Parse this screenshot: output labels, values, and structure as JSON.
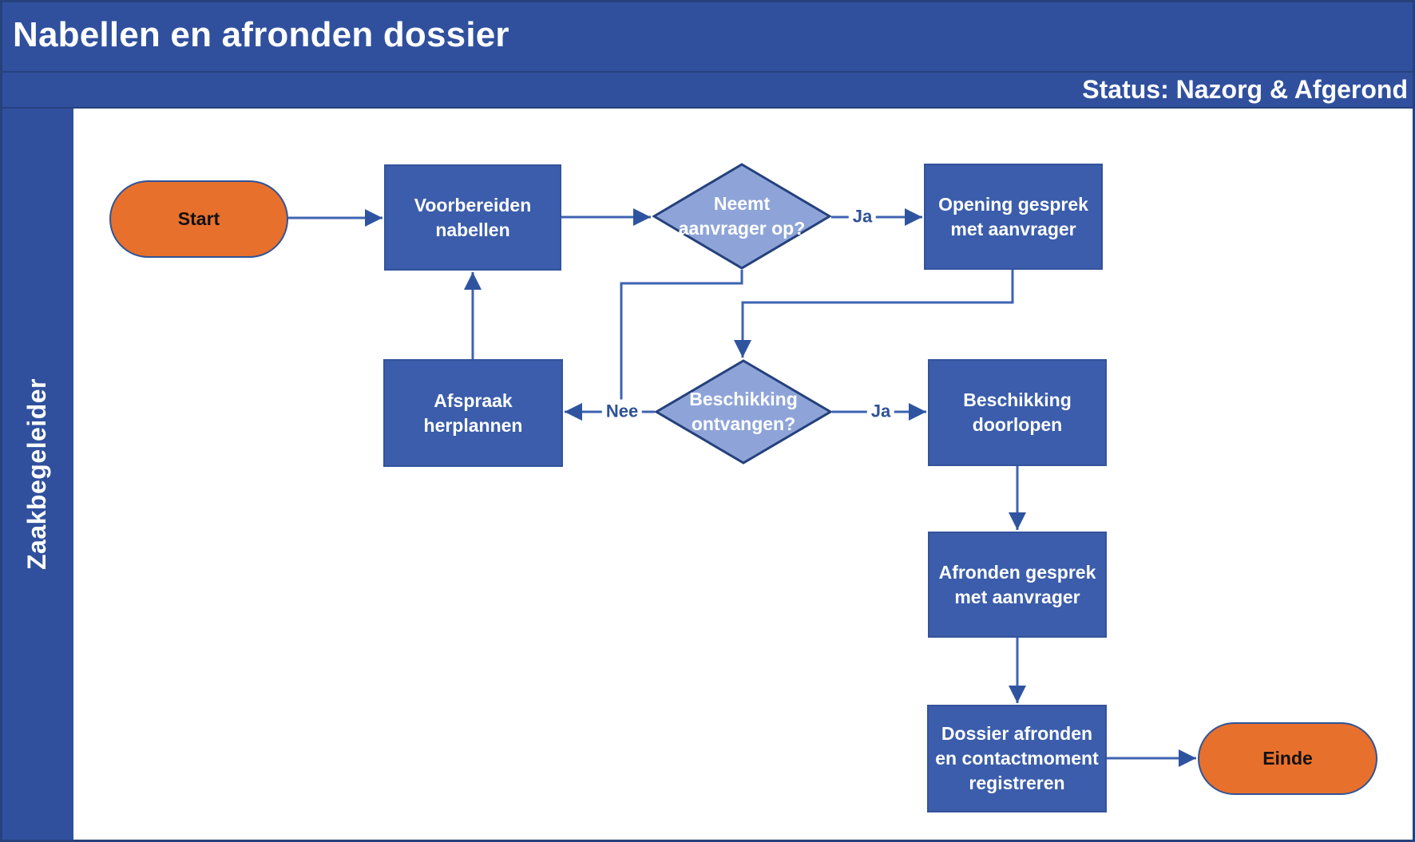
{
  "header": {
    "title": "Nabellen en afronden dossier",
    "status": "Status: Nazorg & Afgerond"
  },
  "lane": {
    "label": "Zaakbegeleider"
  },
  "nodes": {
    "start": {
      "type": "start-terminator",
      "label": "Start"
    },
    "voorbereiden": {
      "type": "process",
      "label": "Voorbereiden\nnabellen"
    },
    "neemt_op": {
      "type": "decision",
      "label": "Neemt\naanvrager op?"
    },
    "opening": {
      "type": "process",
      "label": "Opening gesprek\nmet aanvrager"
    },
    "afspraak": {
      "type": "process",
      "label": "Afspraak\nherplannen"
    },
    "beschikking_ontvangen": {
      "type": "decision",
      "label": "Beschikking\nontvangen?"
    },
    "beschikking_doorlopen": {
      "type": "process",
      "label": "Beschikking\ndoorlopen"
    },
    "afronden": {
      "type": "process",
      "label": "Afronden gesprek\nmet aanvrager"
    },
    "dossier": {
      "type": "process",
      "label": "Dossier afronden\nen contactmoment\nregistreren"
    },
    "einde": {
      "type": "end-terminator",
      "label": "Einde"
    }
  },
  "edge_labels": {
    "ja_neemt_op": "Ja",
    "ja_beschikking": "Ja",
    "nee_beschikking": "Nee"
  },
  "colors": {
    "band_blue": "#30509e",
    "frame_border": "#26427d",
    "box_fill": "#3b5dab",
    "box_border": "#33539b",
    "diamond_fill": "#8ea4d8",
    "diamond_border": "#24417c",
    "connector": "#3e63b1",
    "arrowhead": "#2f549f",
    "label_text": "#2e5296",
    "orange_fill": "#e8702d",
    "stadium_border": "#2f5496"
  }
}
